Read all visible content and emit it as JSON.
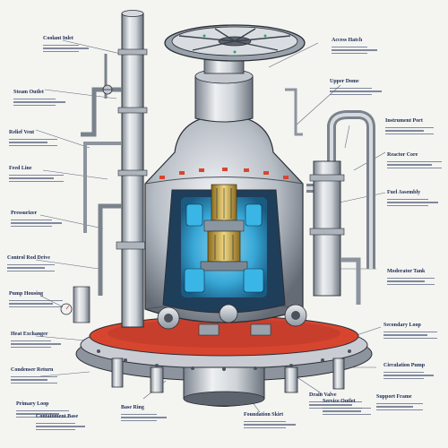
{
  "colors": {
    "background": "#f4f4f1",
    "steel_light": "#e3e6ea",
    "steel_mid": "#b9bfc7",
    "steel_dark": "#6f7782",
    "outline": "#2b2f36",
    "core_blue": "#39b6e6",
    "core_gold": "#c9a53a",
    "base_red": "#d8452f",
    "text_navy": "#1b2a52"
  },
  "icons": [
    "handwheel-icon",
    "pressure-gauge-icon",
    "valve-icon"
  ],
  "callouts_left": [
    {
      "label": "Coolant Inlet"
    },
    {
      "label": "Steam Outlet"
    },
    {
      "label": "Relief Vent"
    },
    {
      "label": "Feed Line"
    },
    {
      "label": "Pressurizer"
    },
    {
      "label": "Control Rod Drive"
    },
    {
      "label": "Pump Housing"
    },
    {
      "label": "Heat Exchanger"
    },
    {
      "label": "Condenser Return"
    },
    {
      "label": "Primary Loop"
    },
    {
      "label": "Containment Base"
    }
  ],
  "callouts_right": [
    {
      "label": "Access Hatch"
    },
    {
      "label": "Upper Dome"
    },
    {
      "label": "Instrument Port"
    },
    {
      "label": "Reactor Core"
    },
    {
      "label": "Fuel Assembly"
    },
    {
      "label": "Moderator Tank"
    },
    {
      "label": "Secondary Loop"
    },
    {
      "label": "Circulation Pump"
    },
    {
      "label": "Support Frame"
    },
    {
      "label": "Drain Valve"
    }
  ],
  "callouts_bottom": [
    {
      "label": "Base Ring"
    },
    {
      "label": "Foundation Skirt"
    },
    {
      "label": "Service Outlet"
    }
  ]
}
